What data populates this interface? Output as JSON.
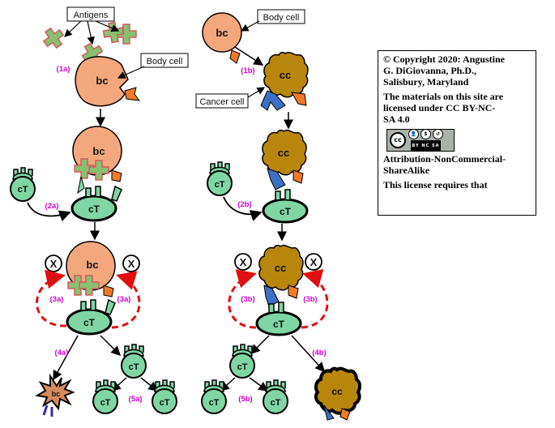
{
  "labels": {
    "antigens": "Antigens",
    "body_cell_1": "Body cell",
    "body_cell_2": "Body cell",
    "cancer_cell": "Cancer cell"
  },
  "cells": {
    "body_cell": "bc",
    "cancer_cell": "cc",
    "t_cell": "cT"
  },
  "steps": {
    "s1a": "(1a)",
    "s1b": "(1b)",
    "s2a": "(2a)",
    "s2b": "(2b)",
    "s3a": "(3a)",
    "s3b": "(3b)",
    "s4a": "(4a)",
    "s4b": "(4b)",
    "s5a": "(5a)",
    "s5b": "(5b)"
  },
  "marks": {
    "x": "X"
  },
  "copyright": {
    "line1": "© Copyright 2020: Angustine",
    "line2": "G. DiGiovanna, Ph.D.,",
    "line3": "Salisbury, Maryland",
    "line4": "The materials on this site are",
    "line5": "licensed under CC BY-NC-",
    "line6": "SA 4.0",
    "badge_main": "cc",
    "badge_codes": "BY  NC  SA",
    "line7": "Attribution-NonCommercial-",
    "line8": "ShareAlike",
    "line9": "This license requires that"
  },
  "colors": {
    "body_cell_fill": "#f4a77c",
    "cancer_cell_fill": "#b8860b",
    "t_cell_fill": "#7fd6a4",
    "antigen_fill": "#88c070",
    "antigen_stroke": "#d45a5a",
    "receptor_orange": "#f07a2a",
    "receptor_blue": "#3d6fc4",
    "arrow_red": "#e01010",
    "step_magenta": "#cc00cc"
  }
}
